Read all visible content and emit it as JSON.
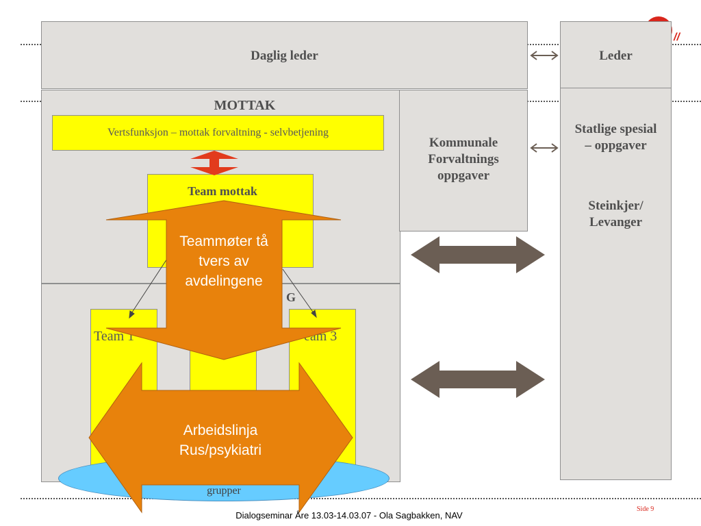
{
  "slide": {
    "top_box": "Daglig leder",
    "leder_box": "Leder",
    "mottak_title": "MOTTAK",
    "vertsfunksjon": "Vertsfunksjon – mottak forvaltning - selvbetjening",
    "team_mottak": "Team mottak",
    "kommunale": "Kommunale Forvaltnings oppgaver",
    "statlige": "Statlige spesial – oppgaver",
    "steinkjer": "Steinkjer/ Levanger",
    "oppfolging_partial": "G",
    "team1": "Team 1",
    "team3": "eam 3",
    "faggrupper": "Fagnj.ter grupper",
    "teammoter": "Teammøter tå tvers av avdelingene",
    "arbeidslinja": "Arbeidslinja Rus/psykiatri",
    "footer": "Dialogseminar Åre 13.03-14.03.07 - Ola Sagbakken, NAV",
    "page": "Side 9"
  },
  "colors": {
    "box_gray": "#e1dfdc",
    "yellow": "#ffff00",
    "orange": "#e8820c",
    "brown_arrow": "#6b5e54",
    "red_arrow": "#e23b1d",
    "ellipse": "#66ccff",
    "logo_red": "#d9261c"
  }
}
